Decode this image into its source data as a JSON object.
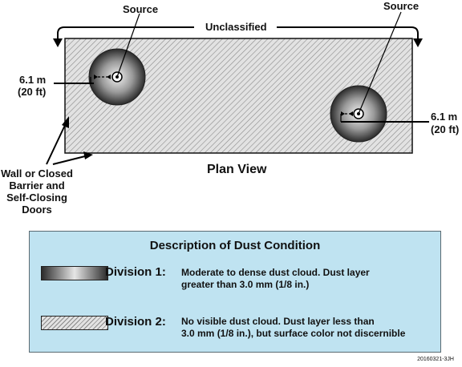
{
  "plan": {
    "unclassified_label": "Unclassified",
    "source_label": "Source",
    "distance_label_m": "6.1 m",
    "distance_label_ft": "(20 ft)",
    "wall_label_lines": [
      "Wall or Closed",
      "Barrier and",
      "Self-Closing",
      "Doors"
    ],
    "title": "Plan View"
  },
  "legend": {
    "title": "Description of Dust Condition",
    "division1": {
      "name": "Division 1:",
      "description_lines": [
        "Moderate to dense dust cloud.  Dust layer",
        "greater than 3.0 mm (1/8 in.)"
      ]
    },
    "division2": {
      "name": "Division 2:",
      "description_lines": [
        "No visible dust cloud. Dust layer less than",
        "3.0 mm (1/8 in.), but surface color not discernible"
      ]
    }
  },
  "figure_id": "20160321-3JH",
  "colors": {
    "legend_background": "#bfe3f1",
    "hatch": "#8a8a8a",
    "division1_dark": "#2b2b2b",
    "division1_light": "#d8d8d8"
  }
}
